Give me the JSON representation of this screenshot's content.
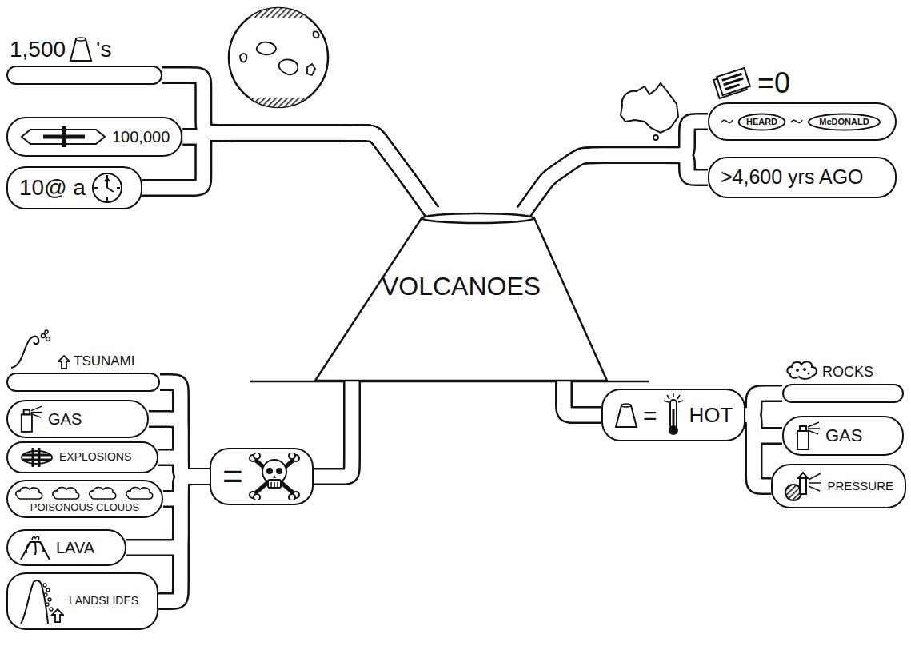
{
  "diagram": {
    "nodes": [
      {
        "text": [
          "VOLCANOES"
        ]
      },
      {
        "text": [
          "1,500",
          "'s"
        ]
      },
      {
        "text": [
          "100,000"
        ]
      },
      {
        "text": [
          "10@ a"
        ]
      },
      {
        "text": [
          "=0"
        ]
      },
      {
        "text": [
          "HEARD"
        ],
        "in": 4
      },
      {
        "text": [
          "McDONALD"
        ],
        "in": 4
      },
      {
        "text": [
          ">4,600 yrs AGO"
        ]
      },
      {
        "text": [
          "=",
          "HOT"
        ]
      },
      {
        "text": [
          "ROCKS"
        ]
      },
      {
        "text": [
          "GAS"
        ]
      },
      {
        "text": [
          "PRESSURE"
        ]
      },
      {
        "text": [
          "="
        ]
      },
      {
        "text": [
          "TSUNAMI"
        ]
      },
      {
        "text": [
          "GAS"
        ]
      },
      {
        "text": [
          "EXPLOSIONS"
        ]
      },
      {
        "text": [
          "POISONOUS CLOUDS"
        ]
      },
      {
        "text": [
          "LAVA"
        ]
      },
      {
        "text": [
          "LANDSLIDES"
        ]
      }
    ],
    "edges": [
      {
        "from": 0,
        "to": 1,
        "arrow": "none"
      },
      {
        "from": 0,
        "to": 2,
        "arrow": "none"
      },
      {
        "from": 0,
        "to": 3,
        "arrow": "none"
      },
      {
        "from": 0,
        "to": 4,
        "arrow": "none"
      },
      {
        "from": 0,
        "to": 7,
        "arrow": "none"
      },
      {
        "from": 0,
        "to": 8,
        "arrow": "none"
      },
      {
        "from": 8,
        "to": 9,
        "arrow": "none"
      },
      {
        "from": 8,
        "to": 10,
        "arrow": "none"
      },
      {
        "from": 8,
        "to": 11,
        "arrow": "none"
      },
      {
        "from": 0,
        "to": 12,
        "arrow": "none"
      },
      {
        "from": 12,
        "to": 13,
        "arrow": "none"
      },
      {
        "from": 12,
        "to": 14,
        "arrow": "none"
      },
      {
        "from": 12,
        "to": 15,
        "arrow": "none"
      },
      {
        "from": 12,
        "to": 16,
        "arrow": "none"
      },
      {
        "from": 12,
        "to": 17,
        "arrow": "none"
      },
      {
        "from": 12,
        "to": 18,
        "arrow": "none"
      }
    ]
  }
}
